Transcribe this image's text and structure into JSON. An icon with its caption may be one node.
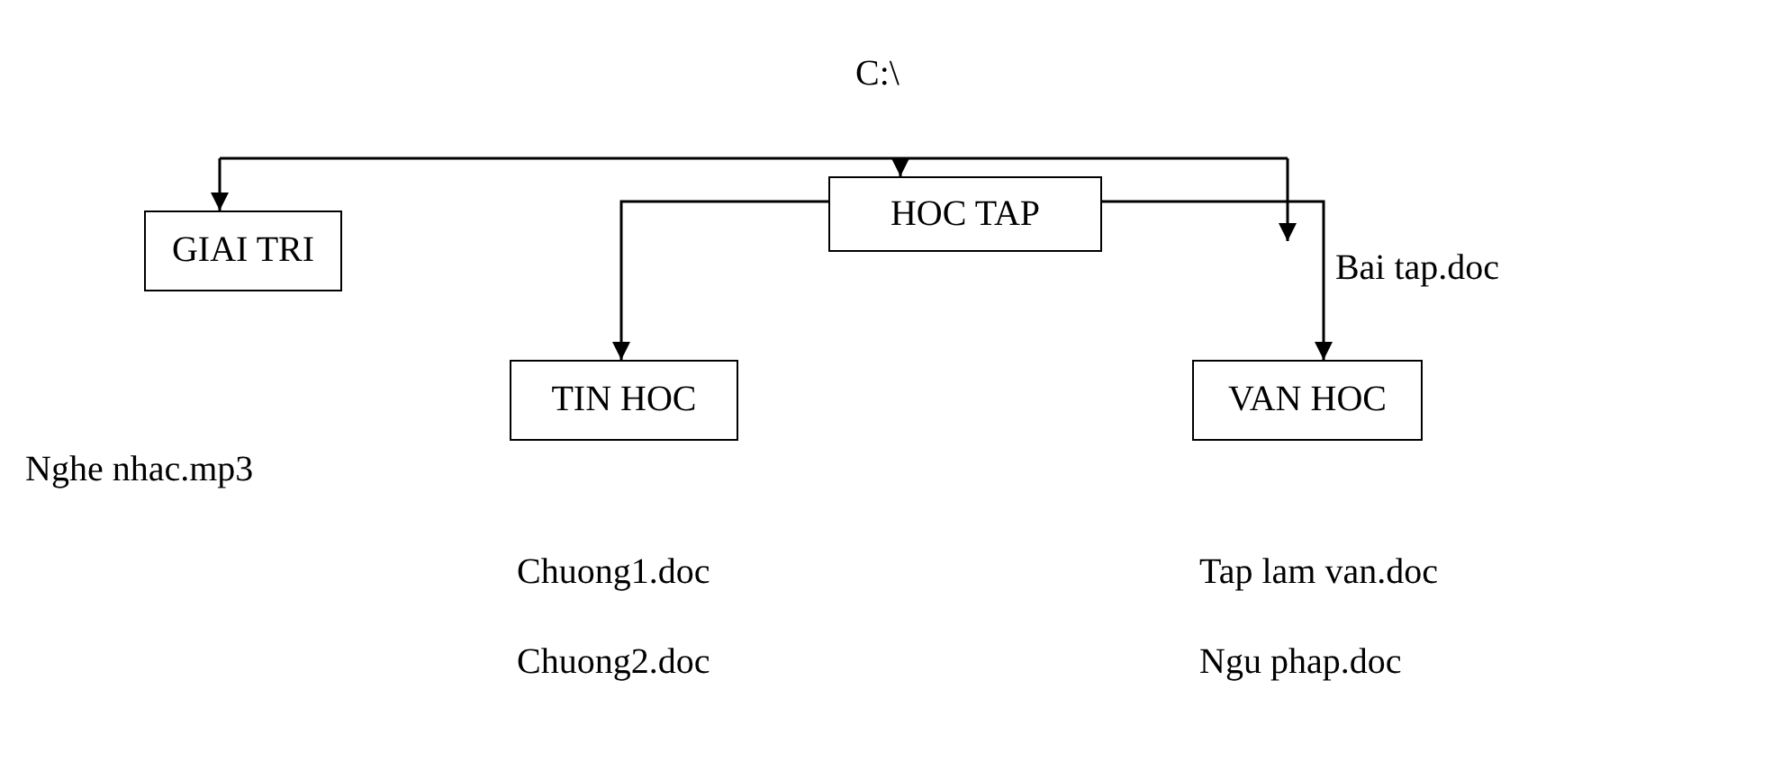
{
  "diagram": {
    "nodes": [
      {
        "text": [
          "GIAI TRI"
        ]
      },
      {
        "text": [
          "HOC TAP"
        ]
      },
      {
        "text": [
          "Bai tap.doc"
        ]
      },
      {
        "text": [
          "TIN HOC"
        ],
        "beside": [
          "Chuong1.doc",
          "Chuong2.doc"
        ]
      },
      {
        "text": [
          "VAN HOC"
        ],
        "beside": [
          "Tap lam van.doc",
          "Ngu phap.doc"
        ]
      }
    ],
    "edges": [
      {
        "from": null,
        "to": 0,
        "arrow": "to"
      },
      {
        "from": null,
        "to": 1,
        "arrow": "to"
      },
      {
        "from": null,
        "to": 2,
        "arrow": "to"
      },
      {
        "from": 1,
        "to": 3,
        "arrow": "to"
      },
      {
        "from": 1,
        "to": 4,
        "arrow": "to"
      }
    ],
    "labels": [
      "C:\\",
      "Nghe nhac.mp3"
    ]
  }
}
